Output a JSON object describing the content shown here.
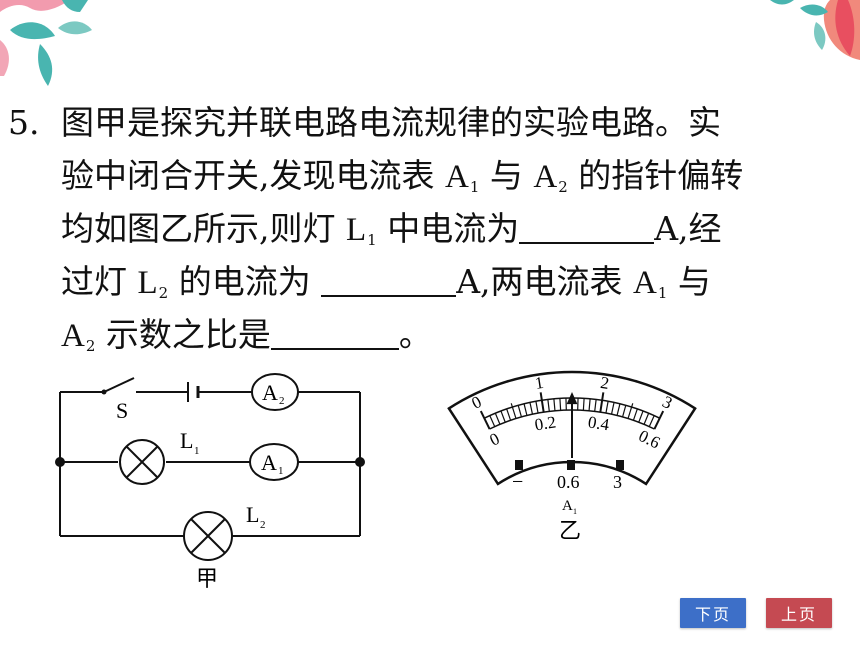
{
  "question": {
    "number": "5.",
    "line1": "图甲是探究并联电路电流规律的实验电路。实",
    "line2_a": "验中闭合开关,发现电流表 ",
    "line2_sym1": "A",
    "line2_sub1": "1",
    "line2_b": " 与 ",
    "line2_sym2": "A",
    "line2_sub2": "2",
    "line2_c": " 的指针偏转",
    "line3_a": "均如图乙所示,则灯 ",
    "line3_sym": "L",
    "line3_sub": "1",
    "line3_b": " 中电流为",
    "line3_c": "A,经",
    "line4_a": "过灯 ",
    "line4_sym": "L",
    "line4_sub": "2",
    "line4_b": " 的电流为 ",
    "line4_c": "A,两电流表 ",
    "line4_sym2": "A",
    "line4_sub2": "1",
    "line4_d": " 与",
    "line5_sym": "A",
    "line5_sub": "2",
    "line5_a": " 示数之比是",
    "line5_b": "。"
  },
  "circuit": {
    "switch_label": "S",
    "ammeter2_label": "A",
    "ammeter2_sub": "2",
    "ammeter1_label": "A",
    "ammeter1_sub": "1",
    "lamp1_label": "L",
    "lamp1_sub": "1",
    "lamp2_label": "L",
    "lamp2_sub": "2",
    "caption": "甲"
  },
  "meter": {
    "outer_scale": [
      "0",
      "1",
      "2",
      "3"
    ],
    "inner_scale": [
      "0",
      "0.2",
      "0.4",
      "0.6"
    ],
    "terminals": [
      "−",
      "0.6",
      "3"
    ],
    "label": "A",
    "label_sub": "1",
    "caption": "乙",
    "needle_fraction": 0.5
  },
  "nav": {
    "next_label": "下页",
    "prev_label": "上页"
  },
  "colors": {
    "next_button": "#3d6fc8",
    "prev_button": "#c54a52"
  }
}
